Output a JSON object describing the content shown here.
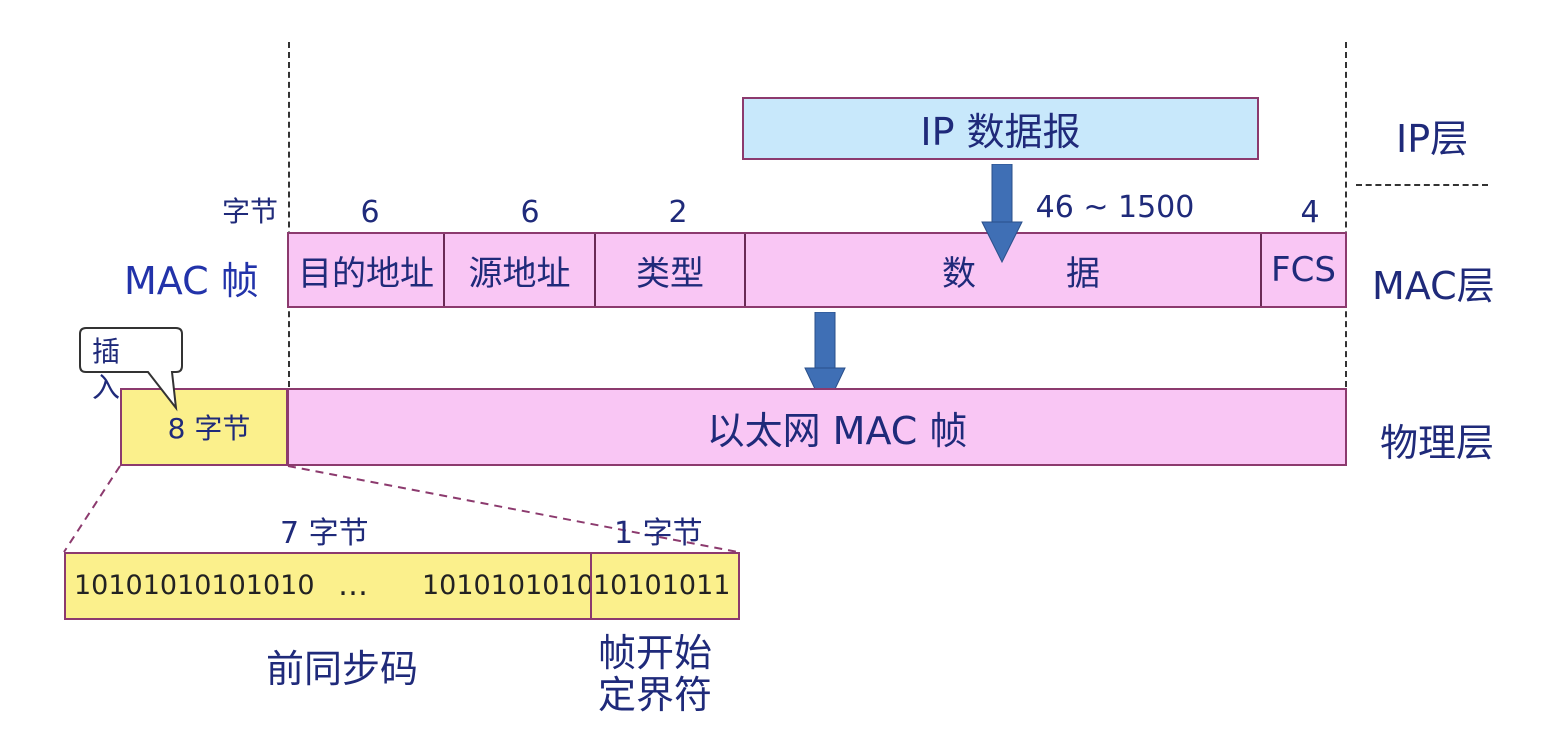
{
  "ip_layer": {
    "datagram_label": "IP 数据报",
    "layer_label": "IP层"
  },
  "mac_layer": {
    "row_label": "MAC 帧",
    "bytes_label": "字节",
    "layer_label": "MAC层",
    "fields": [
      {
        "label": "目的地址",
        "size": "6"
      },
      {
        "label": "源地址",
        "size": "6"
      },
      {
        "label": "类型",
        "size": "2"
      },
      {
        "label_left": "数",
        "label_right": "据",
        "size": "46 ~ 1500"
      },
      {
        "label": "FCS",
        "size": "4"
      }
    ]
  },
  "physical_layer": {
    "layer_label": "物理层",
    "preamble_label": "8 字节",
    "frame_label": "以太网 MAC 帧",
    "callout": "插入"
  },
  "preamble_detail": {
    "bits_left": "10101010101010",
    "ellipsis": "…",
    "bits_mid": "1010101010",
    "bits_sfd": "10101011",
    "sync_bytes": "7 字节",
    "sfd_bytes": "1 字节",
    "sync_name": "前同步码",
    "sfd_name_line1": "帧开始",
    "sfd_name_line2": "定界符"
  },
  "colors": {
    "pink": "#f9c6f4",
    "yellow": "#fbf08c",
    "light_blue": "#c8e8fb",
    "arrow_blue": "#3f6fb5",
    "text": "#1f2a7a"
  }
}
